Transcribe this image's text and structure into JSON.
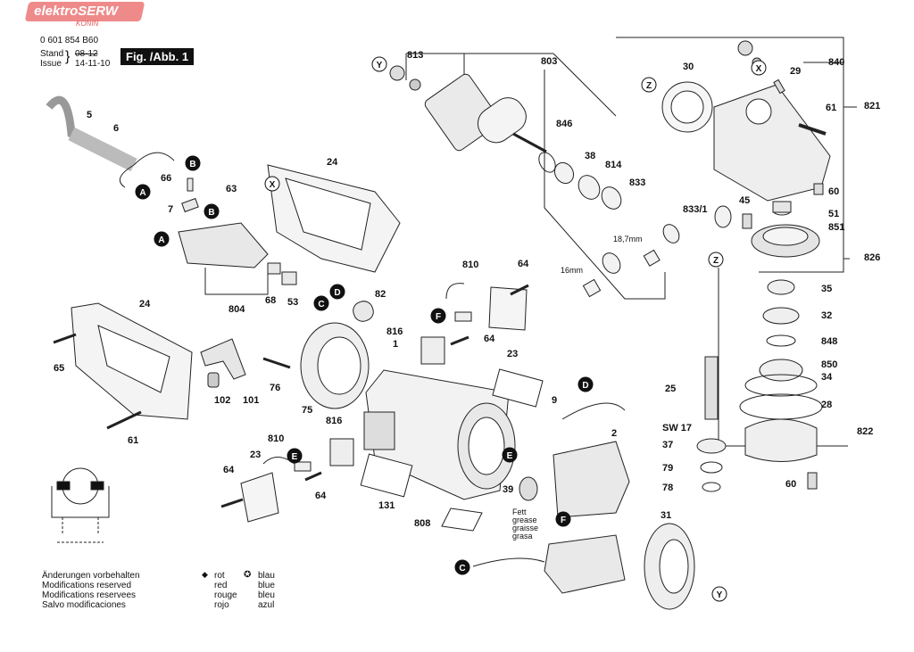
{
  "header": {
    "brand": "elektroSERW",
    "brand_sub": "KONIN",
    "part_number": "0 601 854 B60",
    "stand_label": "Stand",
    "stand_value": "08-12",
    "issue_label": "Issue",
    "issue_value": "14-11-10",
    "figure": "Fig. /Abb. 1"
  },
  "footer": {
    "notes": [
      "Änderungen vorbehalten",
      "Modifications reserved",
      "Modifications reservees",
      "Salvo modificaciones"
    ],
    "legend_left_symbol": "◆",
    "legend_left": [
      "rot",
      "red",
      "rouge",
      "rojo"
    ],
    "legend_right_symbol": "✪",
    "legend_right": [
      "blau",
      "blue",
      "bleu",
      "azul"
    ]
  },
  "grease_note": [
    "Fett",
    "grease",
    "graisse",
    "grasa"
  ],
  "dims": {
    "d1": "18,7mm",
    "d2": "16mm"
  },
  "colors": {
    "stroke": "#222222",
    "fill": "#f2f2f2",
    "dark": "#111111",
    "brand": "#ef8a8a"
  },
  "part_labels": [
    {
      "t": "813"
    },
    {
      "t": "803"
    },
    {
      "t": "30"
    },
    {
      "t": "840"
    },
    {
      "t": "29"
    },
    {
      "t": "821"
    },
    {
      "t": "61"
    },
    {
      "t": "846"
    },
    {
      "t": "38"
    },
    {
      "t": "814"
    },
    {
      "t": "833"
    },
    {
      "t": "833/1"
    },
    {
      "t": "45"
    },
    {
      "t": "60"
    },
    {
      "t": "51"
    },
    {
      "t": "851"
    },
    {
      "t": "826"
    },
    {
      "t": "5"
    },
    {
      "t": "6"
    },
    {
      "t": "66"
    },
    {
      "t": "63"
    },
    {
      "t": "7"
    },
    {
      "t": "24"
    },
    {
      "t": "810"
    },
    {
      "t": "64"
    },
    {
      "t": "804"
    },
    {
      "t": "68"
    },
    {
      "t": "53"
    },
    {
      "t": "82"
    },
    {
      "t": "24"
    },
    {
      "t": "816"
    },
    {
      "t": "64"
    },
    {
      "t": "23"
    },
    {
      "t": "65"
    },
    {
      "t": "102"
    },
    {
      "t": "101"
    },
    {
      "t": "76"
    },
    {
      "t": "75"
    },
    {
      "t": "1"
    },
    {
      "t": "9"
    },
    {
      "t": "61"
    },
    {
      "t": "816"
    },
    {
      "t": "810"
    },
    {
      "t": "23"
    },
    {
      "t": "64"
    },
    {
      "t": "64"
    },
    {
      "t": "131"
    },
    {
      "t": "808"
    },
    {
      "t": "2"
    },
    {
      "t": "39"
    },
    {
      "t": "31"
    },
    {
      "t": "35"
    },
    {
      "t": "32"
    },
    {
      "t": "848"
    },
    {
      "t": "850"
    },
    {
      "t": "34"
    },
    {
      "t": "25"
    },
    {
      "t": "28"
    },
    {
      "t": "SW 17"
    },
    {
      "t": "822"
    },
    {
      "t": "37"
    },
    {
      "t": "79"
    },
    {
      "t": "78"
    },
    {
      "t": "60"
    }
  ],
  "markers": [
    {
      "t": "Y"
    },
    {
      "t": "Z"
    },
    {
      "t": "X"
    },
    {
      "t": "B"
    },
    {
      "t": "A"
    },
    {
      "t": "X"
    },
    {
      "t": "B"
    },
    {
      "t": "A"
    },
    {
      "t": "Z"
    },
    {
      "t": "D"
    },
    {
      "t": "C"
    },
    {
      "t": "F"
    },
    {
      "t": "D"
    },
    {
      "t": "E"
    },
    {
      "t": "E"
    },
    {
      "t": "F"
    },
    {
      "t": "C"
    },
    {
      "t": "Y"
    }
  ]
}
